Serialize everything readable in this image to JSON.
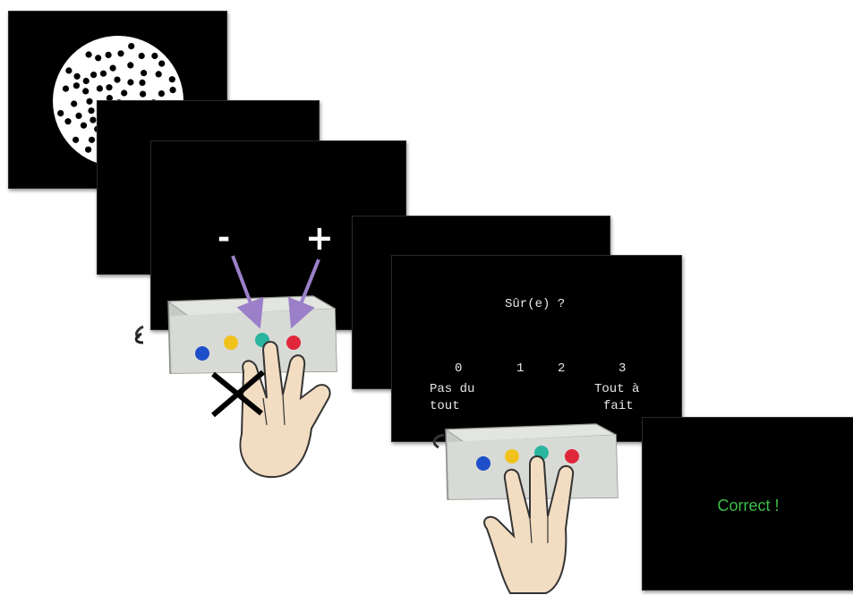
{
  "screens": {
    "confidence": {
      "question": "Sûr(e) ?",
      "scale": [
        {
          "value": "0",
          "line1": "Pas du",
          "line2": "tout"
        },
        {
          "value": "1",
          "line1": "",
          "line2": ""
        },
        {
          "value": "2",
          "line1": "",
          "line2": ""
        },
        {
          "value": "3",
          "line1": "Tout à",
          "line2": "fait"
        }
      ]
    },
    "feedback": {
      "text": "Correct !",
      "color": "#3cbf4a"
    }
  },
  "response_labels": {
    "minus": "-",
    "plus": "+"
  },
  "colors": {
    "button_blue": "#1f4fc8",
    "button_yellow": "#f2c21c",
    "button_teal": "#2ab5a0",
    "button_red": "#e0263a",
    "arrow": "#9b80c9",
    "skin": "#f2ddc2"
  },
  "icons": [
    "dot-array-stimulus",
    "response-box-icon",
    "hand-icon",
    "cross-mark-icon",
    "arrow-icon"
  ]
}
